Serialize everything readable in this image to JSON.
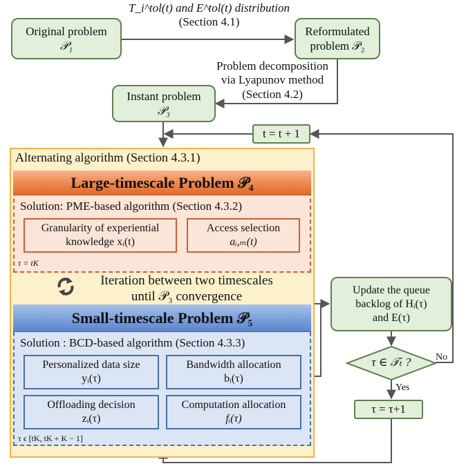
{
  "top_edge_label": {
    "line1": "T_i^tol(t) and E^tol(t) distribution",
    "line2": "(Section 4.1)"
  },
  "original": {
    "line1": "Original problem",
    "line2": "𝒫₁"
  },
  "reformulated": {
    "line1": "Reformulated",
    "line2": "problem 𝒫₂"
  },
  "decomposition_label": {
    "line1": "Problem decomposition",
    "line2": "via Lyapunov method",
    "line3": "(Section 4.2)"
  },
  "instant": {
    "line1": "Instant problem",
    "line2": "𝒫₃"
  },
  "t_update": "t = t + 1",
  "alternating": {
    "title": "Alternating algorithm (Section 4.3.1)"
  },
  "large": {
    "title": "Large-timescale Problem 𝒫₄",
    "solution": "Solution: PME-based algorithm (Section 4.3.2)",
    "box1": {
      "line1": "Granularity of experiential",
      "line2": "knowledge xᵢ(t)"
    },
    "box2": {
      "line1": "Access selection",
      "line2": "aᵢ,ₘ(t)"
    },
    "tau_note": "τ = tK"
  },
  "iteration": {
    "line1": "Iteration between two timescales",
    "line2": "until 𝒫₃ convergence",
    "icon": "cycle-arrows-icon"
  },
  "small": {
    "title": "Small-timescale Problem 𝒫₅",
    "solution": "Solution : BCD-based algorithm (Section 4.3.3)",
    "box1": {
      "line1": "Personalized data size",
      "line2": "yᵢ(τ)"
    },
    "box2": {
      "line1": "Bandwidth allocation",
      "line2": "bᵢ(τ)"
    },
    "box3": {
      "line1": "Offloading decision",
      "line2": "zᵢ(τ)"
    },
    "box4": {
      "line1": "Computation allocation",
      "line2": "fᵢ(τ)"
    },
    "tau_note": "τ ϵ [tK, tK + K − 1]"
  },
  "update_queue": {
    "line1": "Update the queue",
    "line2": "backlog of Hᵢ(τ)",
    "line3": "and E(τ)"
  },
  "decision": {
    "text": "τ ∈ 𝒯ₜ ?",
    "no": "No",
    "yes": "Yes"
  },
  "tau_update": "τ = τ+1",
  "colors": {
    "green_fill": "#e2efda",
    "orange_bar": "#ef8a52",
    "blue_bar": "#7ea2dc",
    "outer_fill": "#fdf1cc"
  }
}
